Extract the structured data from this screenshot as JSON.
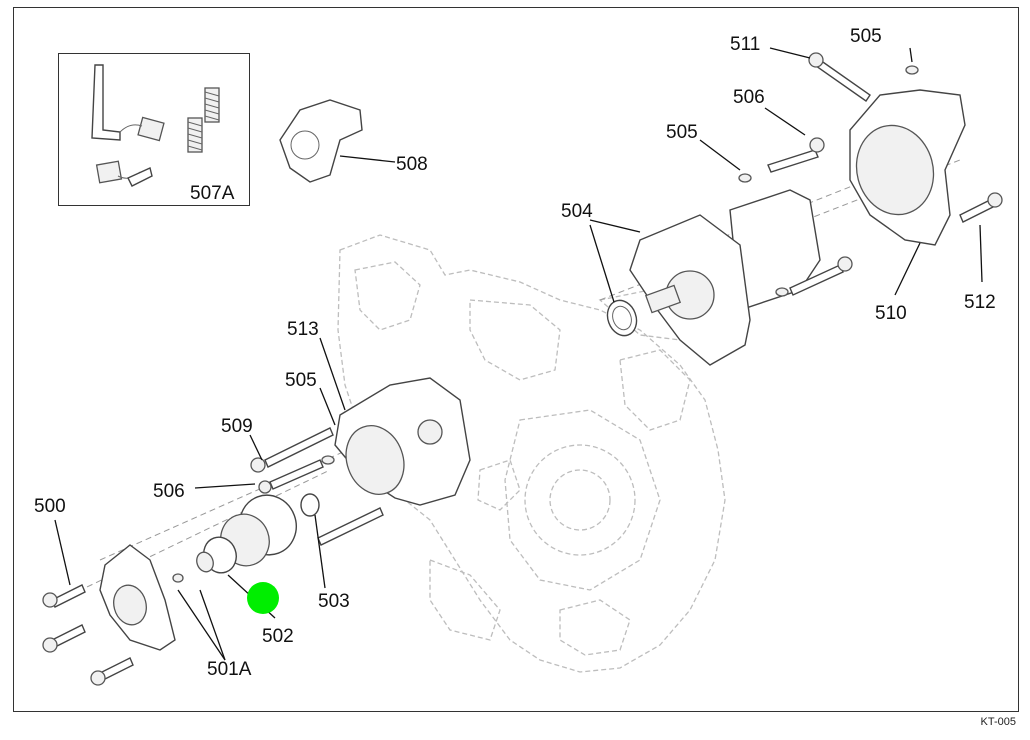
{
  "diagram": {
    "type": "exploded-parts-diagram",
    "drawing_code": "KT-005",
    "callouts": [
      {
        "id": "500",
        "label": "500"
      },
      {
        "id": "501A",
        "label": "501A"
      },
      {
        "id": "502",
        "label": "502"
      },
      {
        "id": "503",
        "label": "503"
      },
      {
        "id": "504",
        "label": "504"
      },
      {
        "id": "505a",
        "label": "505"
      },
      {
        "id": "505b",
        "label": "505"
      },
      {
        "id": "505c",
        "label": "505"
      },
      {
        "id": "506a",
        "label": "506"
      },
      {
        "id": "506b",
        "label": "506"
      },
      {
        "id": "507A",
        "label": "507A"
      },
      {
        "id": "508",
        "label": "508"
      },
      {
        "id": "509",
        "label": "509"
      },
      {
        "id": "510",
        "label": "510"
      },
      {
        "id": "511",
        "label": "511"
      },
      {
        "id": "512",
        "label": "512"
      },
      {
        "id": "513",
        "label": "513"
      }
    ],
    "highlight": {
      "color": "#00ee00",
      "near_callout": "502"
    }
  }
}
